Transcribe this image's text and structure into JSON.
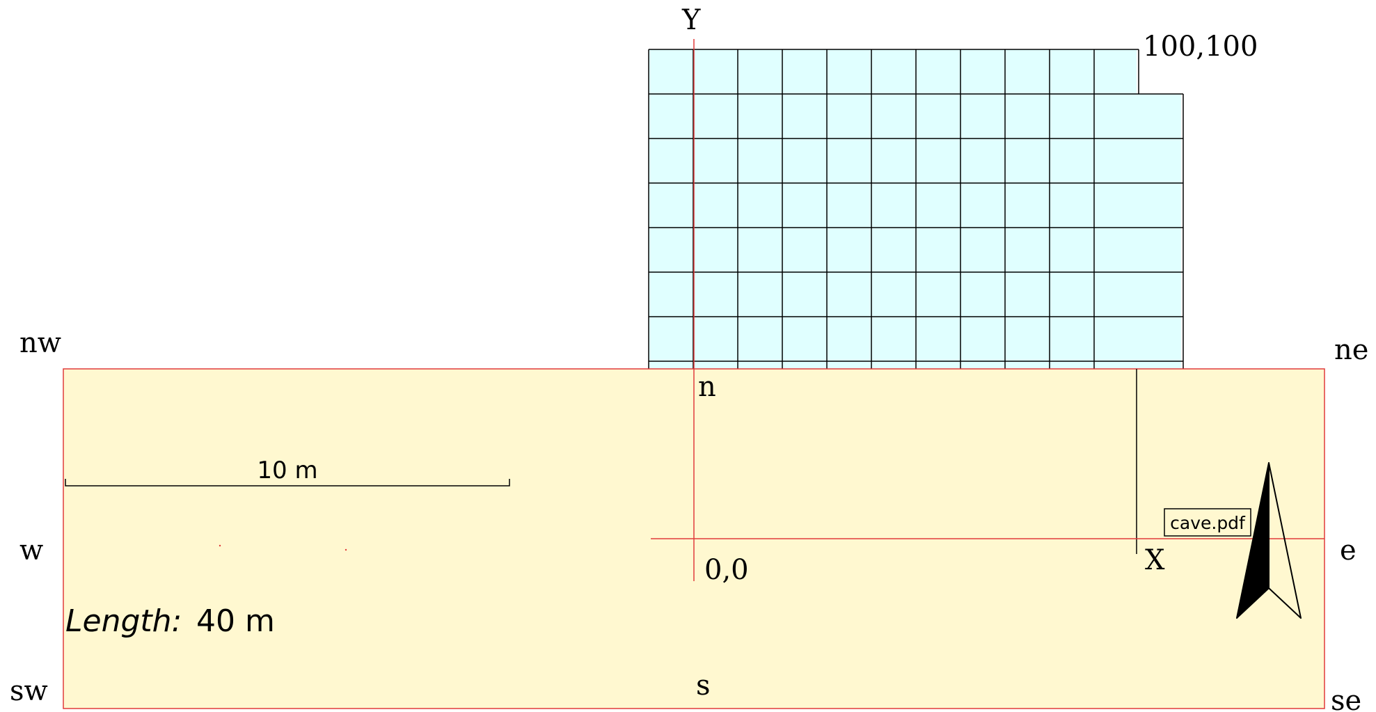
{
  "colors": {
    "grid_fill": "#e0ffff",
    "grid_line": "#000000",
    "frame_fill": "#fff8d0",
    "frame_stroke": "#e03a3a",
    "axis": "#e03a3a",
    "arrow_fill": "#000000",
    "background": "#ffffff"
  },
  "grid": {
    "columns": 12,
    "rows": 7,
    "corner_label": "100,100"
  },
  "axes": {
    "y_label": "Y",
    "x_label": "X",
    "origin_label": "0,0"
  },
  "compass": {
    "nw": "nw",
    "n": "n",
    "ne": "ne",
    "w": "w",
    "e": "e",
    "sw": "sw",
    "s": "s",
    "se": "se"
  },
  "scale_bar": {
    "label": "10 m"
  },
  "length": {
    "label": "Length:",
    "value": "40 m"
  },
  "file_badge": {
    "label": "cave.pdf"
  },
  "north_arrow": {
    "icon": "north-arrow-icon"
  }
}
